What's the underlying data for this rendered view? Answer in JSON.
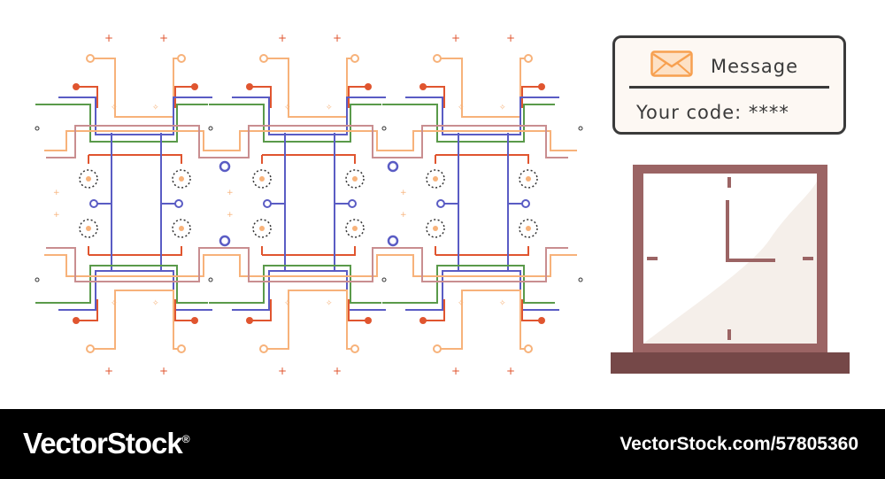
{
  "message_card": {
    "title": "Message",
    "code_text": "Your code: ****",
    "icon": "envelope-icon"
  },
  "clock": {
    "icon": "analog-clock-icon",
    "time": "3:00"
  },
  "circuit": {
    "icon": "circuit-lines-pattern"
  },
  "footer": {
    "brand": "VectorStock",
    "brand_mark": "®",
    "url": "VectorStock.com/57805360"
  },
  "colors": {
    "orange": "#f7b27a",
    "red": "#e0552f",
    "blue": "#5a5cc4",
    "green": "#5a9a4a",
    "mauve": "#c98e90",
    "frame": "#9b6464",
    "shelf": "#754848",
    "text": "#3a3a3a"
  }
}
